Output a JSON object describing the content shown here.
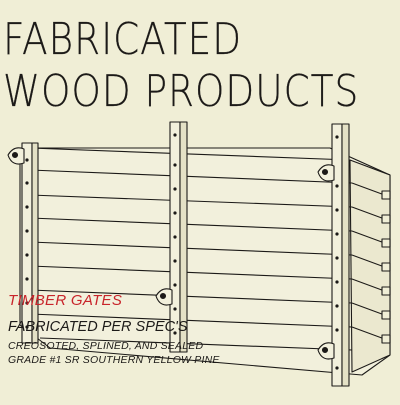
{
  "title": {
    "line1": "FABRICATED",
    "line2": "WOOD PRODUCTS"
  },
  "caption": {
    "heading": "TIMBER GATES",
    "subheading": "FABRICATED PER SPEC'S",
    "detail1": "CREOSOTED, SPLINED, AND SEALED",
    "detail2": "GRADE #1 SR SOUTHERN YELLOW PINE"
  },
  "colors": {
    "background": "#f0eed6",
    "ink": "#1c1a18",
    "accent": "#c8242a"
  }
}
